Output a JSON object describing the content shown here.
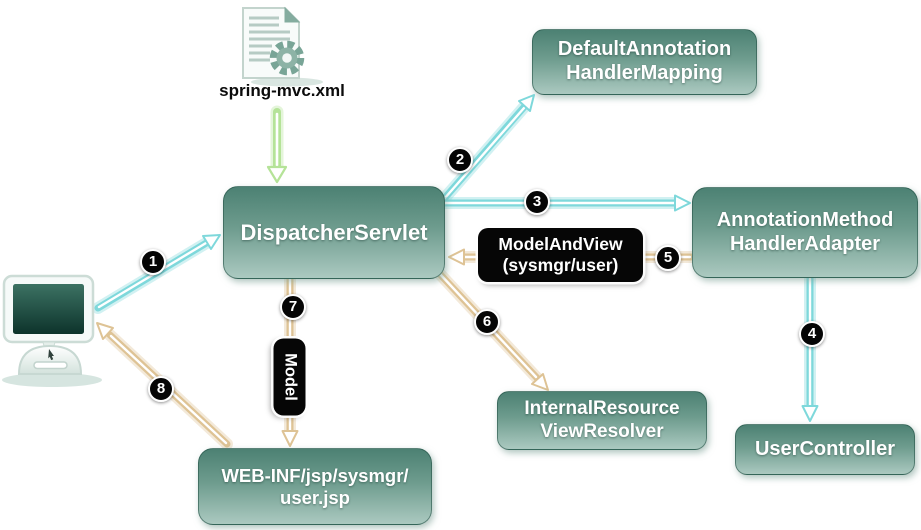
{
  "config_file": {
    "label": "spring-mvc.xml"
  },
  "nodes": {
    "dispatcher": {
      "label": "DispatcherServlet"
    },
    "mapping": {
      "label": "DefaultAnnotation\nHandlerMapping"
    },
    "adapter": {
      "label": "AnnotationMethod\nHandlerAdapter"
    },
    "controller": {
      "label": "UserController"
    },
    "resolver": {
      "label": "InternalResource\nViewResolver"
    },
    "jsp": {
      "label": "WEB-INF/jsp/sysmgr/\nuser.jsp"
    }
  },
  "edge_labels": {
    "model_and_view": "ModelAndView\n(sysmgr/user)",
    "model": "Model"
  },
  "steps": [
    "1",
    "2",
    "3",
    "4",
    "5",
    "6",
    "7",
    "8"
  ],
  "colors": {
    "request_arrow": "#7ed8db",
    "response_arrow": "#dec395",
    "config_arrow": "#b5e398",
    "node_top": "#4c8173",
    "node_bottom": "#abc9c0",
    "label_bg": "#060606"
  }
}
